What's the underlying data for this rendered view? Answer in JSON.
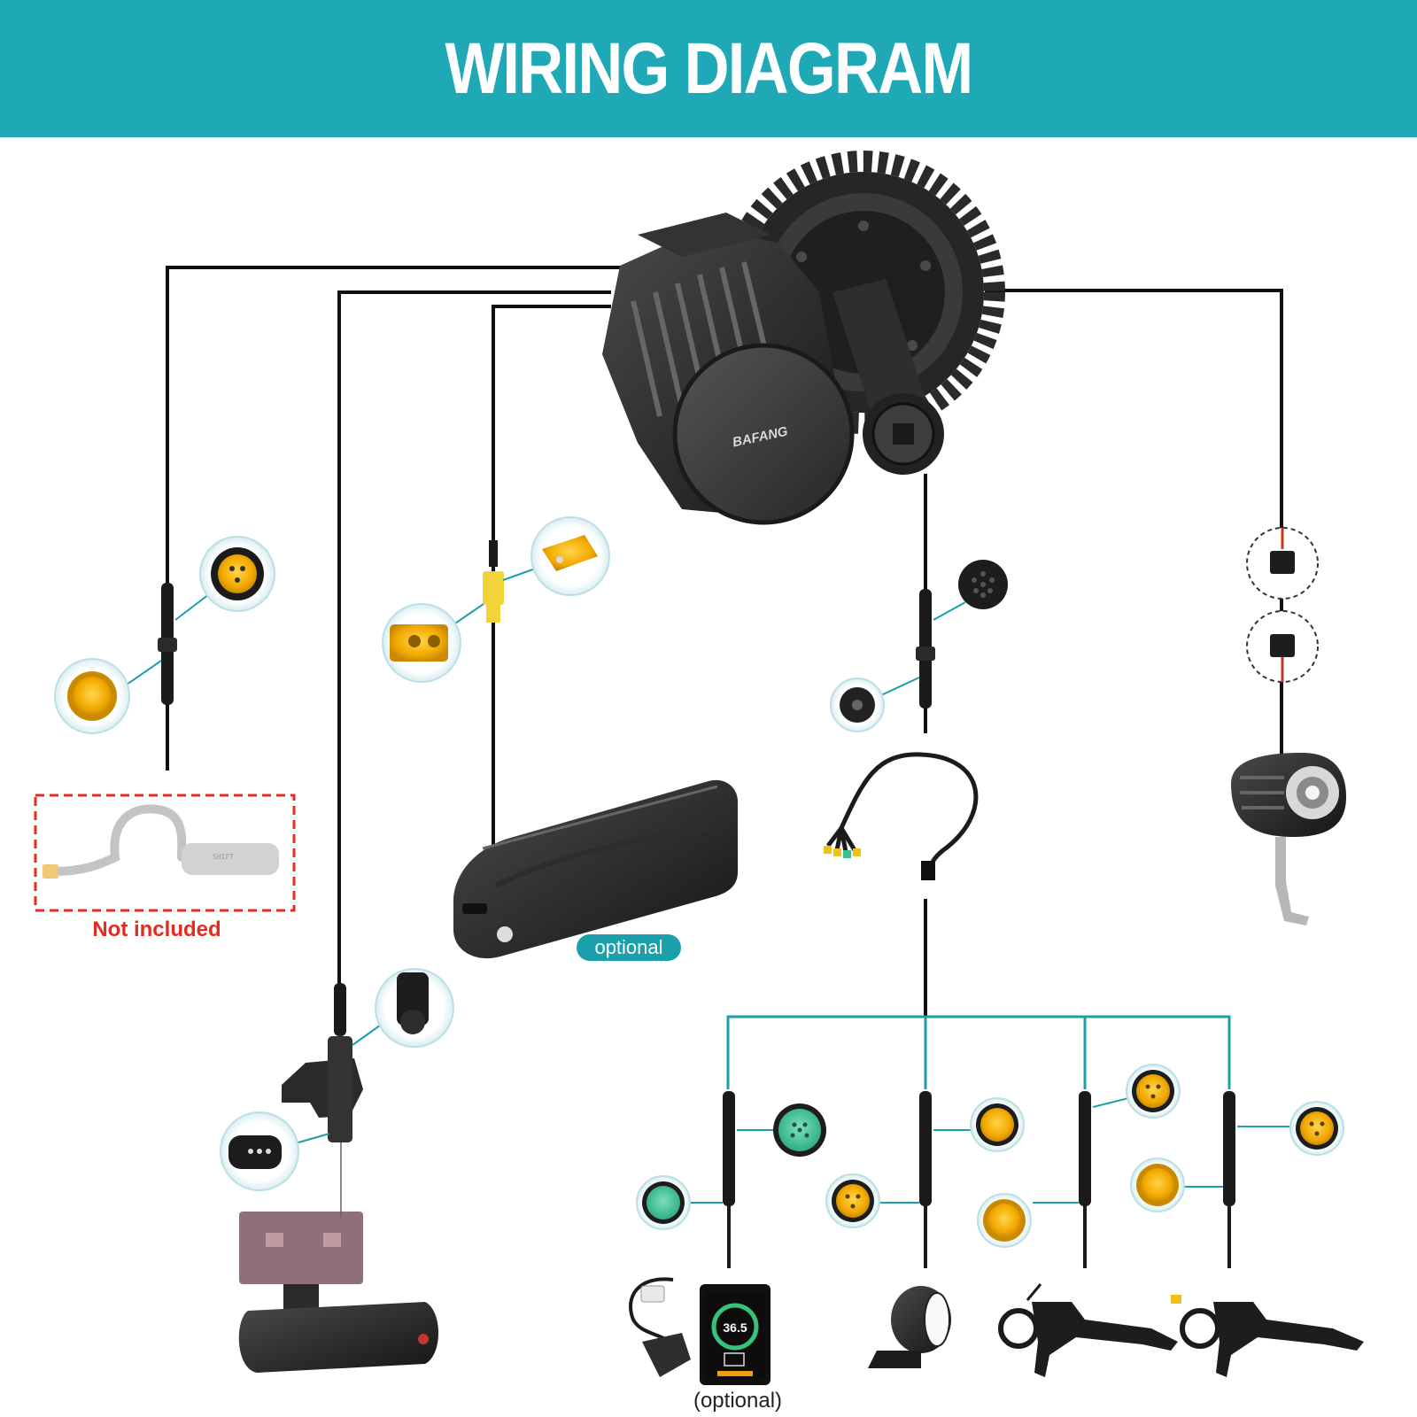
{
  "header": {
    "title": "WIRING DIAGRAM"
  },
  "motor": {
    "brand": "BAFANG"
  },
  "labels": {
    "not_included": "Not included",
    "battery_optional": "optional",
    "display_optional": "(optional)"
  },
  "colors": {
    "header_bg": "#1fa9b6",
    "accent": "#1a9fab",
    "wire": "#111111",
    "connector_yellow": "#f4b400",
    "connector_green": "#3cbf8f",
    "alert_red": "#e32b1f"
  }
}
